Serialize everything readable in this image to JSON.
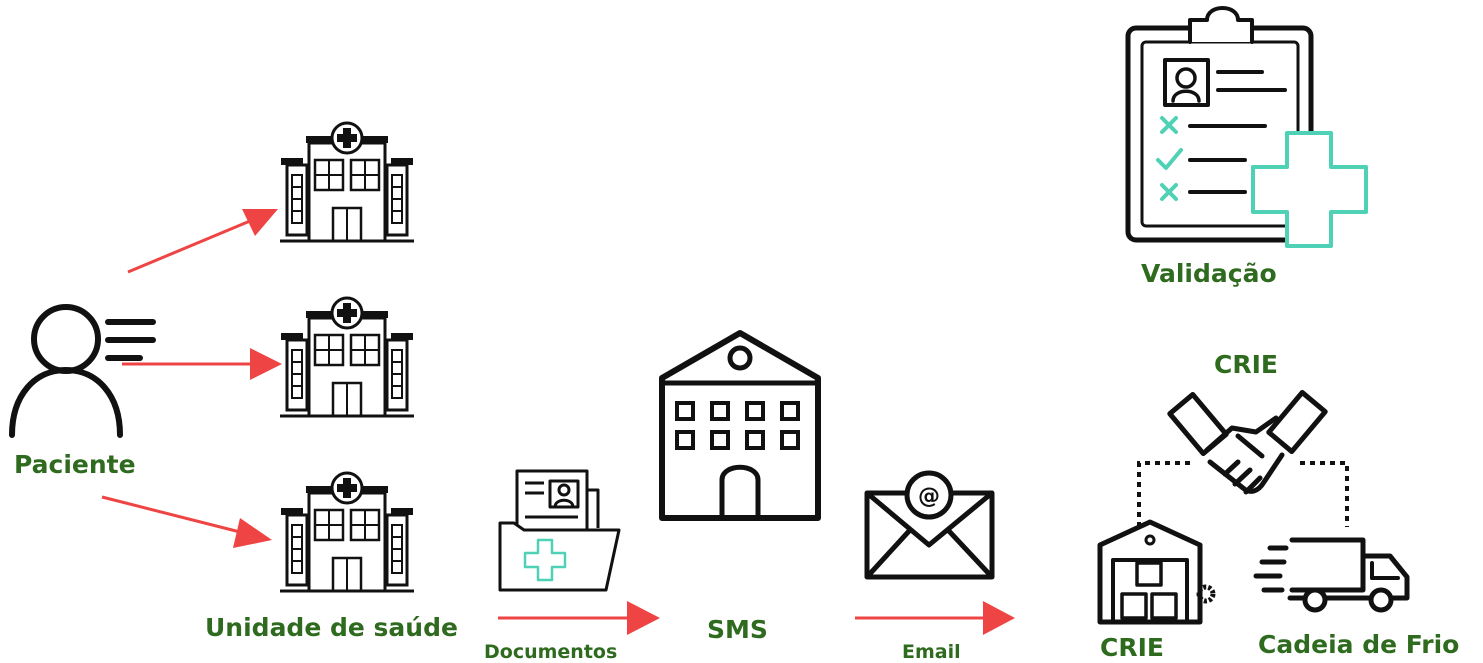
{
  "labels": {
    "paciente": "Paciente",
    "unidade": "Unidade de saúde",
    "documentos": "Documentos",
    "sms": "SMS",
    "email": "Email",
    "validacao": "Validação",
    "crie_top": "CRIE",
    "crie_bottom": "CRIE",
    "cadeia": "Cadeia de Frio"
  },
  "colors": {
    "label": "#2f6b1f",
    "arrow": "#ee4444",
    "accent": "#4fd1b5",
    "icon": "#111111"
  }
}
